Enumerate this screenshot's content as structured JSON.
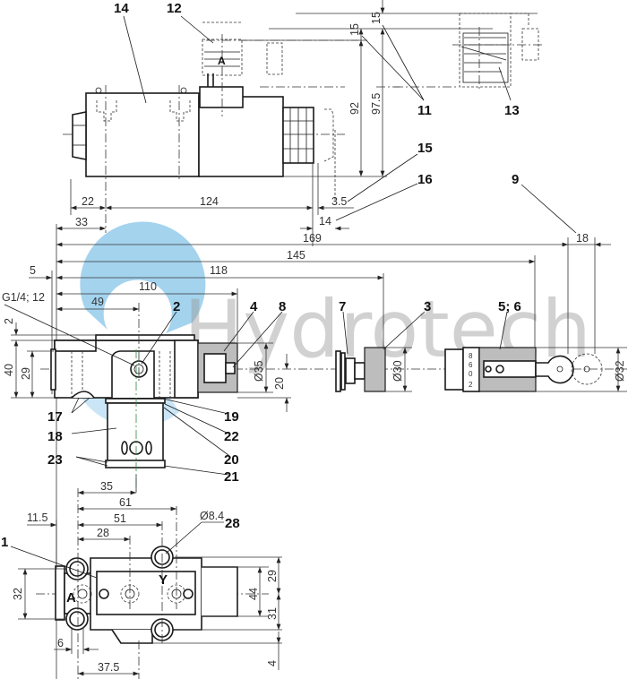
{
  "watermark": {
    "text": "Hydrotech",
    "logo_color": "#3a9ad9",
    "text_color": "#9a9a9a"
  },
  "callouts": {
    "c14": "14",
    "c12": "12",
    "c11": "11",
    "c13": "13",
    "c15": "15",
    "c16": "16",
    "c9": "9",
    "c_g14": "G1/4; 12",
    "c2": "2",
    "c4": "4",
    "c8": "8",
    "c7": "7",
    "c3": "3",
    "c56": "5; 6",
    "c17": "17",
    "c18": "18",
    "c23": "23",
    "c19": "19",
    "c22": "22",
    "c20": "20",
    "c21": "21",
    "c1": "1",
    "c28": "28"
  },
  "dimensions": {
    "d15a": "15",
    "d15b": "15",
    "d92": "92",
    "d97_5": "97.5",
    "d22": "22",
    "d124": "124",
    "d3_5": "3.5",
    "d14": "14",
    "d33": "33",
    "d169": "169",
    "d18": "18",
    "d145": "145",
    "d118": "118",
    "d5": "5",
    "d110": "110",
    "d49": "49",
    "d2": "2",
    "d40": "40",
    "d29": "29",
    "d_o35": "Ø35",
    "d20": "20",
    "d_o30": "Ø30",
    "d_o32": "Ø32",
    "d35": "35",
    "d61": "61",
    "d51": "51",
    "d28": "28",
    "d11_5": "11.5",
    "d_o8_4": "Ø8.4",
    "d32": "32",
    "d44": "44",
    "d29b": "29",
    "d31": "31",
    "d4": "4",
    "d6": "6",
    "d37_5": "37.5"
  },
  "port_labels": {
    "a_top": "A",
    "a_bottom": "A",
    "y": "Y"
  },
  "scale_digits": [
    "8",
    "6",
    "0",
    "2"
  ]
}
